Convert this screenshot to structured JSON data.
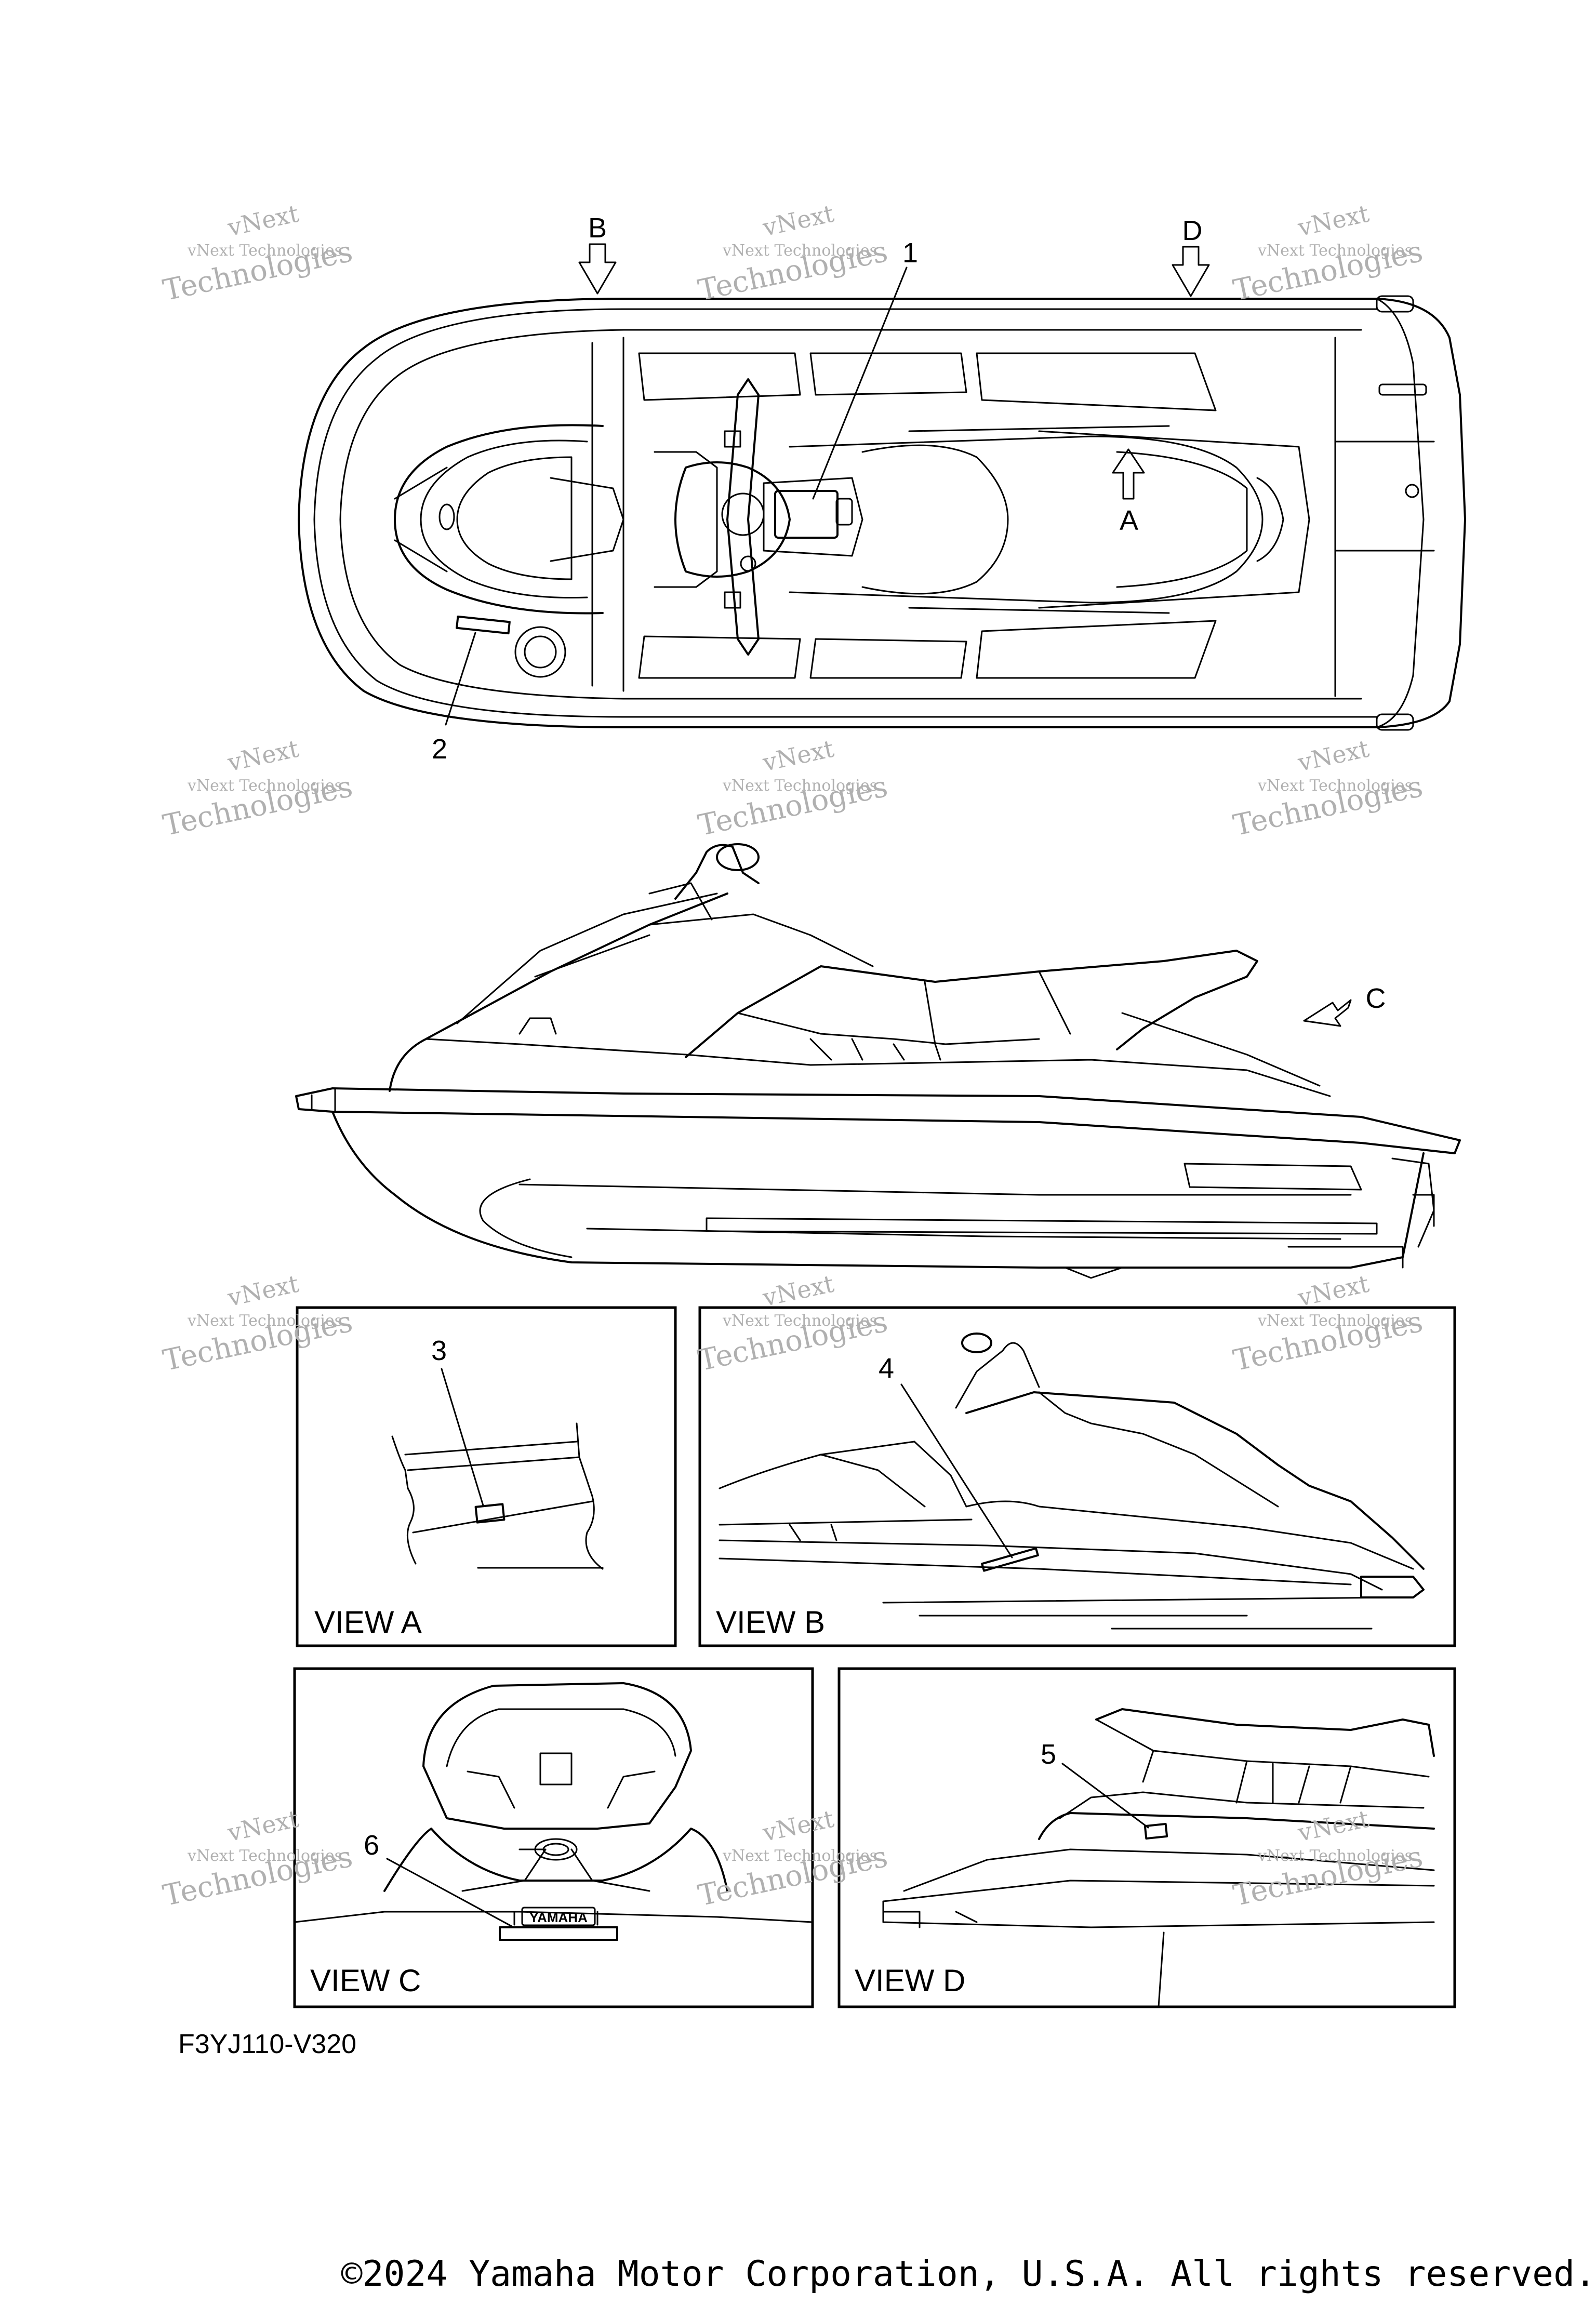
{
  "diagram": {
    "callouts": [
      "1",
      "2",
      "3",
      "4",
      "5",
      "6"
    ],
    "view_arrows": [
      "A",
      "B",
      "C",
      "D"
    ],
    "views": [
      {
        "label": "VIEW A"
      },
      {
        "label": "VIEW B"
      },
      {
        "label": "VIEW C"
      },
      {
        "label": "VIEW D"
      }
    ],
    "stern_badge": "YAMAHA",
    "figure_code": "F3YJ110-V320"
  },
  "watermark": {
    "line1": "vNext",
    "line2": "vNext Technologies",
    "line3": "Technologies"
  },
  "footer": {
    "copyright": "©2024 Yamaha Motor Corporation, U.S.A. All rights reserved."
  }
}
